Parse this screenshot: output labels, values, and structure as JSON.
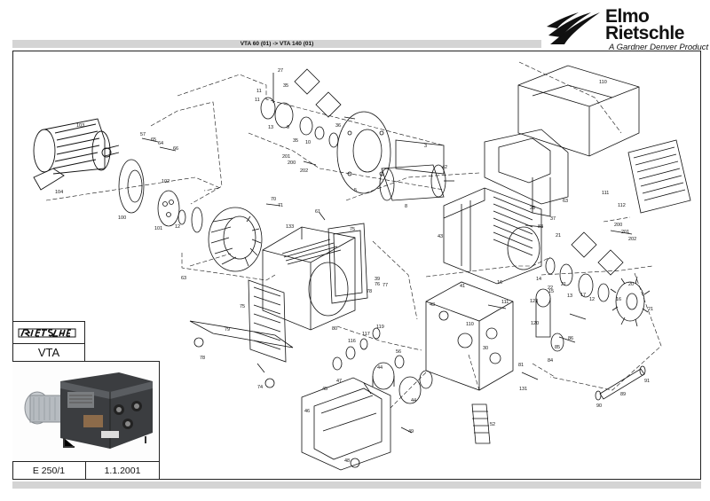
{
  "brand": {
    "line1": "Elmo",
    "line2": "Rietschle",
    "tagline": "A Gardner Denver Product",
    "color": "#111111"
  },
  "header": {
    "title": "VTA 60 (01) -> VTA 140 (01)",
    "bar_color": "#d4d4d4"
  },
  "infobox": {
    "logo_icon": "rietschle-wordmark-icon",
    "model": "VTA"
  },
  "footer": {
    "doc_code": "E 250/1",
    "date": "1.1.2001"
  },
  "callouts": [
    "103",
    "104",
    "57",
    "65",
    "64",
    "66",
    "102",
    "100",
    "101",
    "12",
    "63",
    "27",
    "35",
    "11",
    "11",
    "13",
    "9",
    "35",
    "10",
    "36",
    "201",
    "200",
    "202",
    "5",
    "3",
    "70",
    "71",
    "61",
    "133",
    "75",
    "80",
    "75",
    "79",
    "78",
    "74",
    "39",
    "76",
    "77",
    "78",
    "8",
    "42",
    "43",
    "16",
    "37",
    "28",
    "83",
    "63",
    "21",
    "110",
    "111",
    "112",
    "200",
    "201",
    "202",
    "14",
    "15",
    "13",
    "12",
    "22",
    "21",
    "20",
    "16",
    "21",
    "17",
    "111",
    "110",
    "123",
    "120",
    "52",
    "47",
    "45",
    "116",
    "117",
    "119",
    "44",
    "46",
    "56",
    "41",
    "43",
    "44",
    "48",
    "49",
    "89",
    "91",
    "90",
    "84",
    "85",
    "86",
    "131",
    "81",
    "30"
  ]
}
